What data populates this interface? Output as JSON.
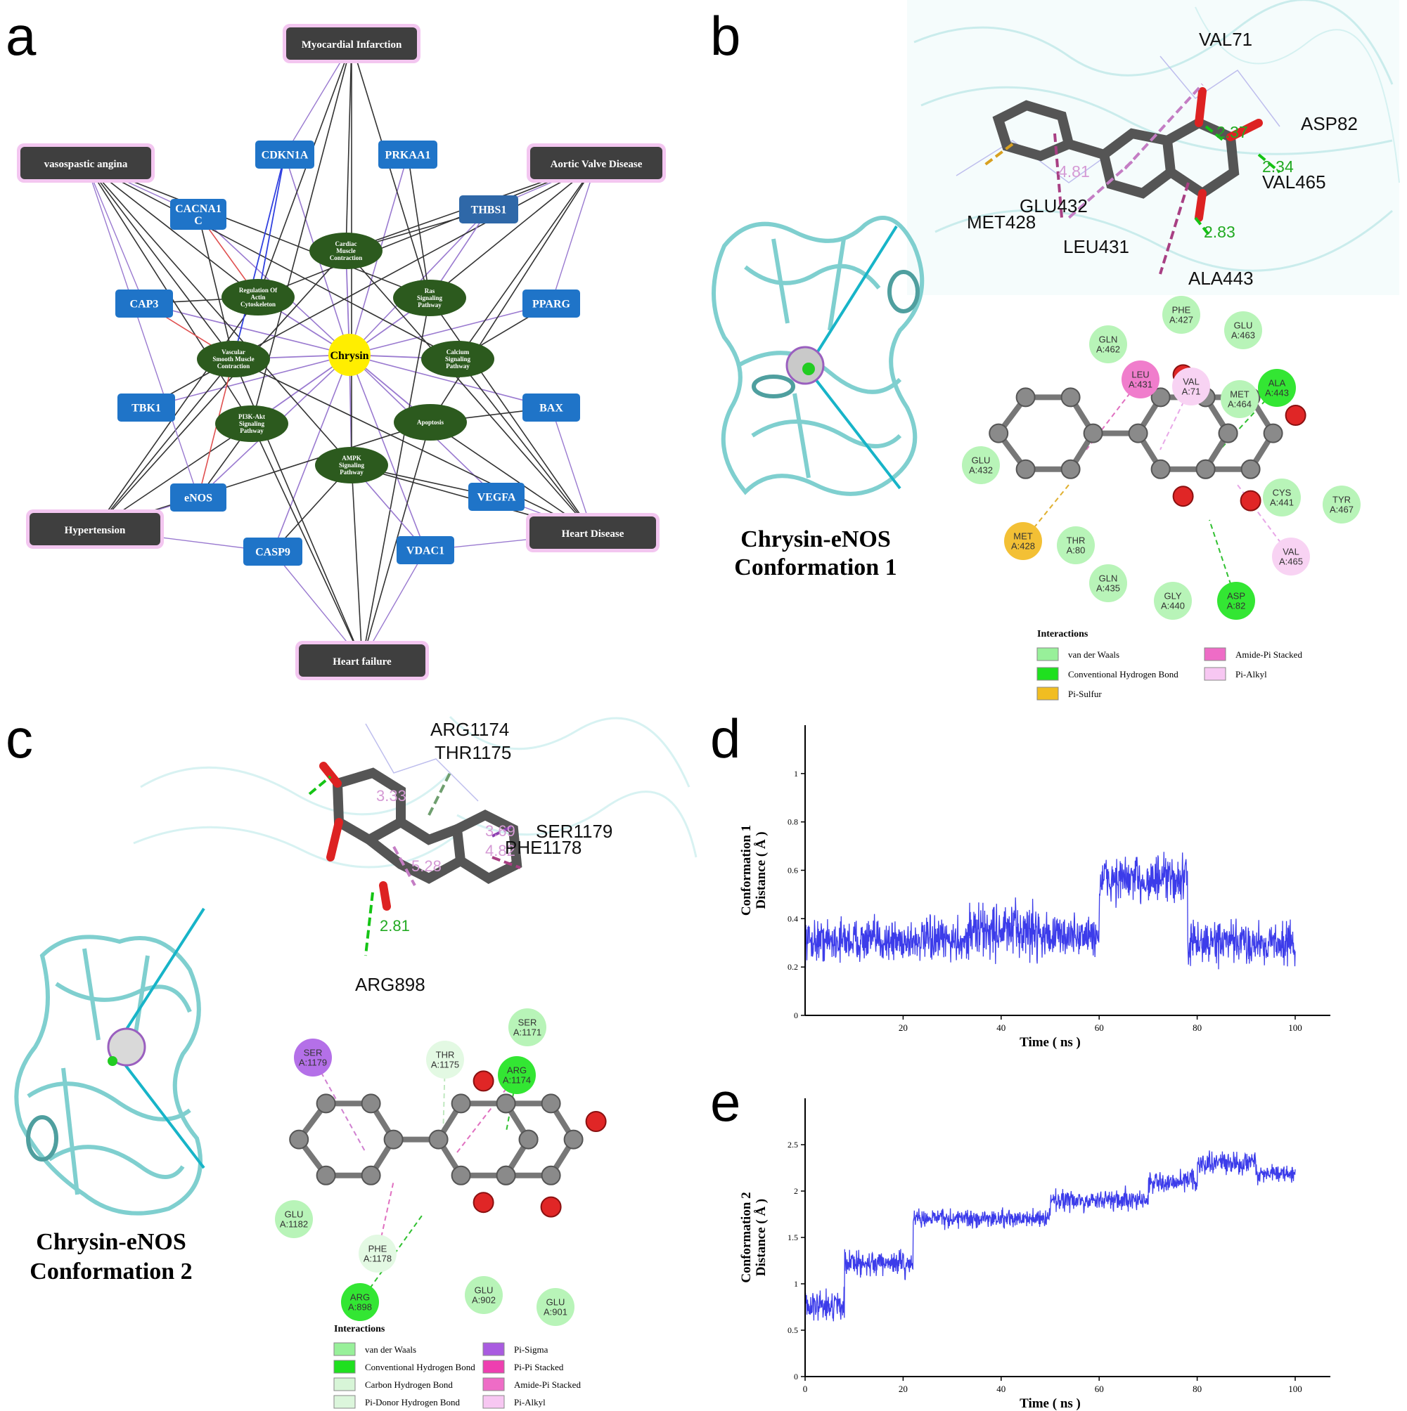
{
  "panels": {
    "a": {
      "letter": "a",
      "center_label": "Chrysin",
      "diseases": [
        "Myocardial Infarction",
        "vasospastic angina",
        "Aortic Valve Disease",
        "Hypertension",
        "Heart Disease",
        "Heart failure"
      ],
      "genes": [
        "CDKN1A",
        "PRKAA1",
        "CACNA1\nC",
        "THBS1",
        "CAP3",
        "PPARG",
        "TBK1",
        "BAX",
        "eNOS",
        "VEGFA",
        "CASP9",
        "VDAC1"
      ],
      "pathways": [
        "Cardiac\nMuscle\nContraction",
        "Regulation Of\nActin\nCytoskeleton",
        "Ras\nSignaling\nPathway",
        "Vascular\nSmooth Muscle\nContraction",
        "Calcium\nSignaling\nPathway",
        "PI3K-Akt\nSignaling\nPathway",
        "Apoptosis",
        "AMPK\nSignaling\nPathway"
      ]
    },
    "b": {
      "letter": "b",
      "caption": [
        "Chrysin-eNOS",
        "Conformation 1"
      ],
      "residue_labels_3d": [
        "VAL71",
        "ASP82",
        "VAL465",
        "GLU432",
        "MET428",
        "LEU431",
        "ALA443"
      ],
      "distances_3d": [
        "2.37",
        "2.34",
        "2.83",
        "4.81"
      ],
      "residues_2d": [
        {
          "name": "PHE\nA:427",
          "type": "vdw"
        },
        {
          "name": "GLU\nA:463",
          "type": "vdw"
        },
        {
          "name": "GLN\nA:462",
          "type": "vdw"
        },
        {
          "name": "LEU\nA:431",
          "type": "amide"
        },
        {
          "name": "VAL\nA:71",
          "type": "alkyl"
        },
        {
          "name": "MET\nA:464",
          "type": "vdw"
        },
        {
          "name": "ALA\nA:443",
          "type": "hbond"
        },
        {
          "name": "GLU\nA:432",
          "type": "vdw"
        },
        {
          "name": "CYS\nA:441",
          "type": "vdw"
        },
        {
          "name": "TYR\nA:467",
          "type": "vdw"
        },
        {
          "name": "MET\nA:428",
          "type": "sulfur"
        },
        {
          "name": "THR\nA:80",
          "type": "vdw"
        },
        {
          "name": "VAL\nA:465",
          "type": "alkyl"
        },
        {
          "name": "GLN\nA:435",
          "type": "vdw"
        },
        {
          "name": "GLY\nA:440",
          "type": "vdw"
        },
        {
          "name": "ASP\nA:82",
          "type": "hbond"
        }
      ],
      "legend_title": "Interactions",
      "legend": [
        {
          "label": "van der Waals",
          "color": "#98f09a"
        },
        {
          "label": "Amide-Pi Stacked",
          "color": "#ee6cc6"
        },
        {
          "label": "Conventional Hydrogen Bond",
          "color": "#1fe01f"
        },
        {
          "label": "Pi-Alkyl",
          "color": "#f7c7f2"
        },
        {
          "label": "Pi-Sulfur",
          "color": "#f1bd21"
        }
      ]
    },
    "c": {
      "letter": "c",
      "caption": [
        "Chrysin-eNOS",
        "Conformation 2"
      ],
      "residue_labels_3d": [
        "ARG1174",
        "THR1175",
        "SER1179",
        "PHE1178",
        "ARG898"
      ],
      "distances_3d": [
        "3.33",
        "3.69",
        "4.82",
        "5.28",
        "2.81"
      ],
      "residues_2d": [
        {
          "name": "SER\nA:1171",
          "type": "vdw"
        },
        {
          "name": "SER\nA:1179",
          "type": "sigma"
        },
        {
          "name": "THR\nA:1175",
          "type": "carbon"
        },
        {
          "name": "ARG\nA:1174",
          "type": "hbond"
        },
        {
          "name": "GLU\nA:1182",
          "type": "vdw"
        },
        {
          "name": "PHE\nA:1178",
          "type": "carbon"
        },
        {
          "name": "ARG\nA:898",
          "type": "hbond"
        },
        {
          "name": "GLU\nA:902",
          "type": "vdw"
        },
        {
          "name": "GLU\nA:901",
          "type": "vdw"
        }
      ],
      "legend_title": "Interactions",
      "legend": [
        {
          "label": "van der Waals",
          "color": "#98f09a"
        },
        {
          "label": "Pi-Sigma",
          "color": "#a95be0"
        },
        {
          "label": "Conventional Hydrogen Bond",
          "color": "#1fe01f"
        },
        {
          "label": "Pi-Pi Stacked",
          "color": "#ee3fb0"
        },
        {
          "label": "Carbon Hydrogen Bond",
          "color": "#d7f5d7"
        },
        {
          "label": "Amide-Pi Stacked",
          "color": "#ee6cc6"
        },
        {
          "label": "Pi-Donor Hydrogen Bond",
          "color": "#dcf6dc"
        },
        {
          "label": "Pi-Alkyl",
          "color": "#f7c7f2"
        }
      ]
    },
    "d": {
      "letter": "d"
    },
    "e": {
      "letter": "e"
    }
  },
  "chart_data": [
    {
      "panel": "d",
      "type": "line",
      "xlabel": "Time ( ns )",
      "ylabel": "Distance ( Å )",
      "series_label": "Conformation 1",
      "xlim": [
        0,
        100
      ],
      "ylim": [
        0,
        1.2
      ],
      "x_ticks": [
        20,
        40,
        60,
        80,
        100
      ],
      "y_ticks": [
        0,
        0.2,
        0.4,
        0.6,
        0.8,
        1.0
      ],
      "color": "#1a1ae6",
      "segments": [
        {
          "x": [
            0,
            33
          ],
          "mean": 0.31,
          "spread": 0.06
        },
        {
          "x": [
            33,
            48
          ],
          "mean": 0.35,
          "spread": 0.08
        },
        {
          "x": [
            48,
            60
          ],
          "mean": 0.33,
          "spread": 0.06
        },
        {
          "x": [
            60,
            78
          ],
          "mean": 0.56,
          "spread": 0.07
        },
        {
          "x": [
            78,
            100
          ],
          "mean": 0.3,
          "spread": 0.06
        }
      ]
    },
    {
      "panel": "e",
      "type": "line",
      "xlabel": "Time ( ns )",
      "ylabel": "Distance ( Å )",
      "series_label": "Conformation 2",
      "xlim": [
        0,
        100
      ],
      "ylim": [
        0,
        3.0
      ],
      "x_ticks": [
        0,
        20,
        40,
        60,
        80,
        100
      ],
      "y_ticks": [
        0,
        0.5,
        1,
        1.5,
        2,
        2.5
      ],
      "color": "#1a1ae6",
      "segments": [
        {
          "x": [
            0,
            8
          ],
          "mean": 0.78,
          "spread": 0.12
        },
        {
          "x": [
            8,
            22
          ],
          "mean": 1.22,
          "spread": 0.1
        },
        {
          "x": [
            22,
            50
          ],
          "mean": 1.7,
          "spread": 0.07
        },
        {
          "x": [
            50,
            70
          ],
          "mean": 1.9,
          "spread": 0.08
        },
        {
          "x": [
            70,
            80
          ],
          "mean": 2.1,
          "spread": 0.08
        },
        {
          "x": [
            80,
            92
          ],
          "mean": 2.3,
          "spread": 0.08
        },
        {
          "x": [
            92,
            100
          ],
          "mean": 2.18,
          "spread": 0.07
        }
      ]
    }
  ]
}
